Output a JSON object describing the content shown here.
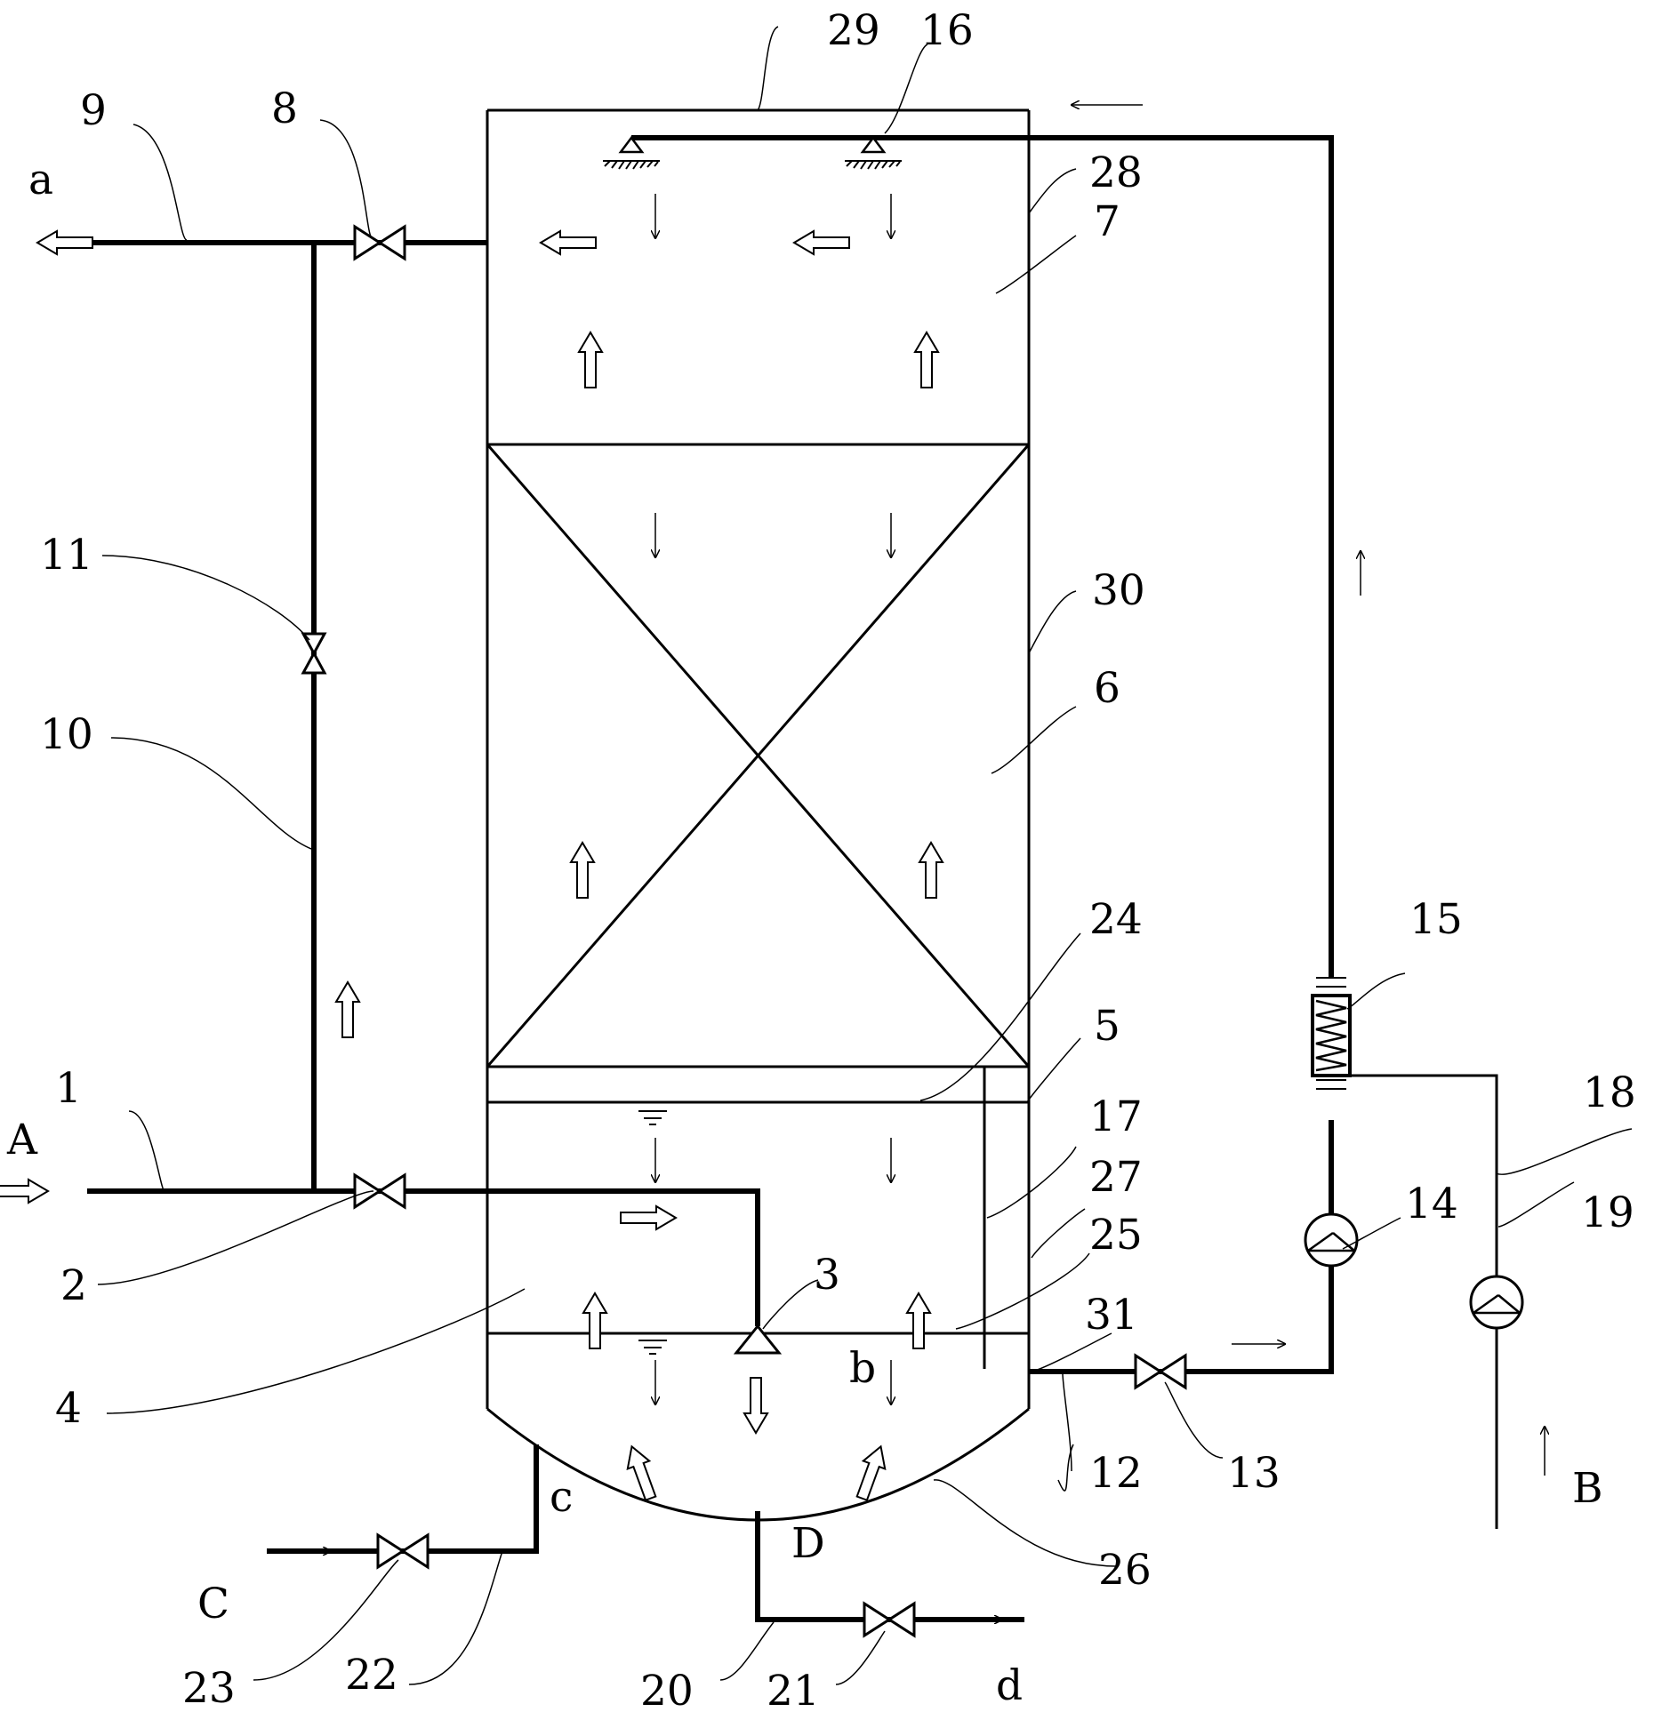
{
  "part_numbers": {
    "n1": "1",
    "n2": "2",
    "n3": "3",
    "n4": "4",
    "n5": "5",
    "n6": "6",
    "n7": "7",
    "n8": "8",
    "n9": "9",
    "n10": "10",
    "n11": "11",
    "n12": "12",
    "n13": "13",
    "n14": "14",
    "n15": "15",
    "n16": "16",
    "n17": "17",
    "n18": "18",
    "n19": "19",
    "n20": "20",
    "n21": "21",
    "n22": "22",
    "n23": "23",
    "n24": "24",
    "n25": "25",
    "n26": "26",
    "n27": "27",
    "n28": "28",
    "n29": "29",
    "n30": "30",
    "n31": "31"
  },
  "stream_labels": {
    "A": "A",
    "B": "B",
    "C": "C",
    "D": "D",
    "a": "a",
    "b": "b",
    "c": "c",
    "d": "d"
  }
}
